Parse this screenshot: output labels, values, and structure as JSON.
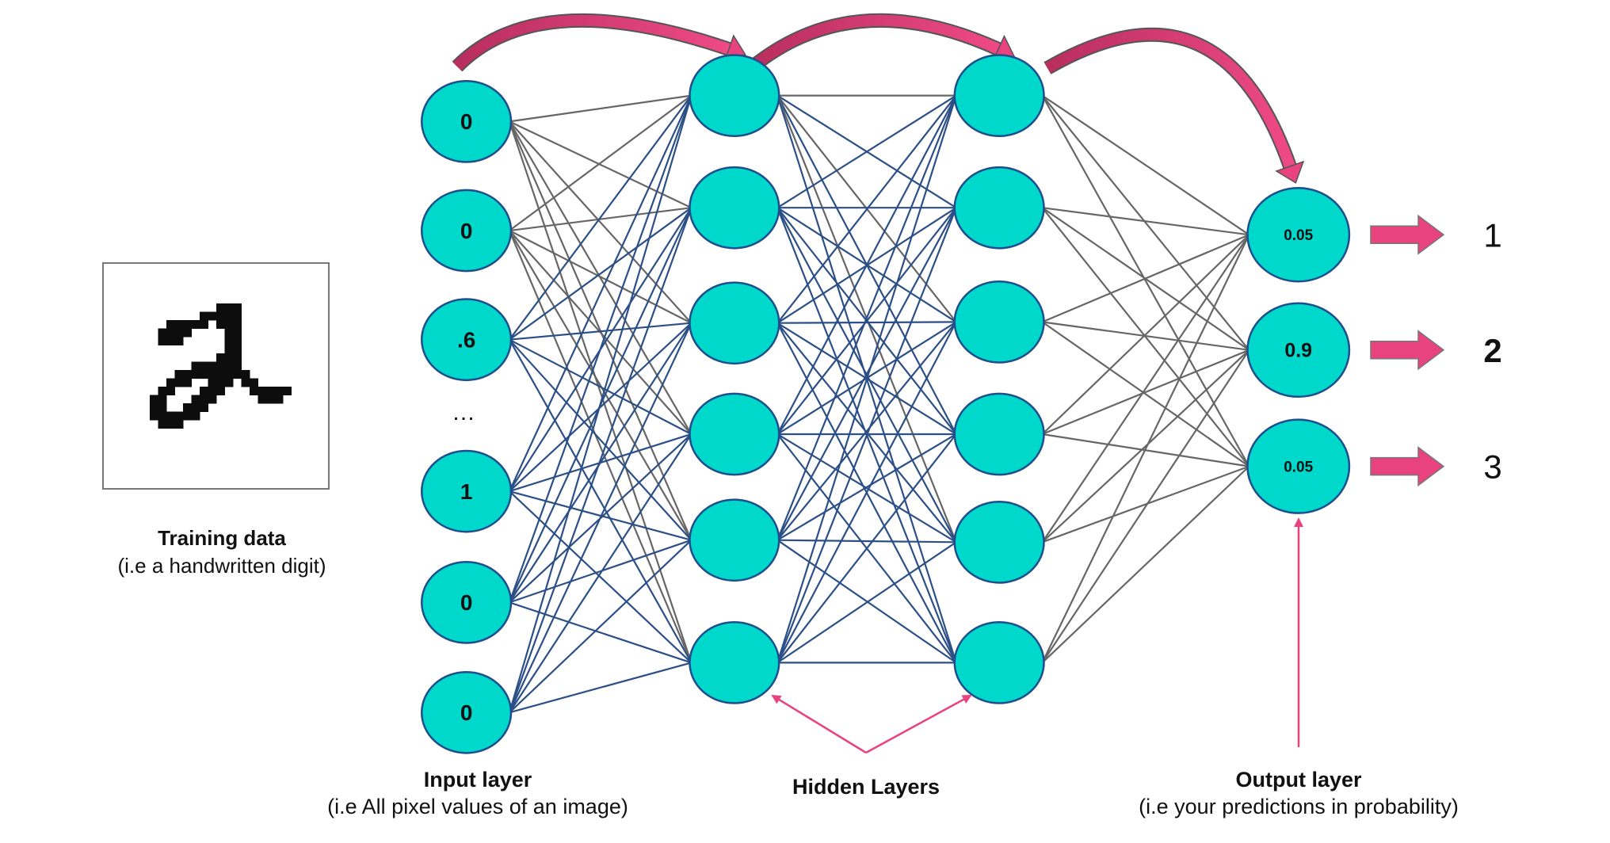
{
  "training": {
    "title": "Training data",
    "subtitle": "(i.e a handwritten digit)",
    "image": "handwritten-digit-2"
  },
  "input_layer": {
    "title": "Input layer",
    "subtitle": "(i.e All pixel values of an image)",
    "nodes": [
      "0",
      "0",
      ".6",
      "1",
      "0",
      "0"
    ],
    "ellipsis": "…"
  },
  "hidden_layers": {
    "title": "Hidden Layers",
    "layer_count": 2,
    "nodes_per_layer": 6
  },
  "output_layer": {
    "title": "Output layer",
    "subtitle": "(i.e your predictions in probability)",
    "nodes": [
      "0.05",
      "0.9",
      "0.05"
    ],
    "predictions": [
      {
        "label": "1",
        "highlighted": false
      },
      {
        "label": "2",
        "highlighted": true
      },
      {
        "label": "3",
        "highlighted": false
      }
    ]
  },
  "colors": {
    "node_fill": "#00D8CC",
    "node_stroke": "#1F4E8C",
    "edge_gray": "#666666",
    "edge_blue": "#2B4F86",
    "arrow_pink": "#E8437E",
    "arrow_dark_pink": "#C2305F"
  }
}
